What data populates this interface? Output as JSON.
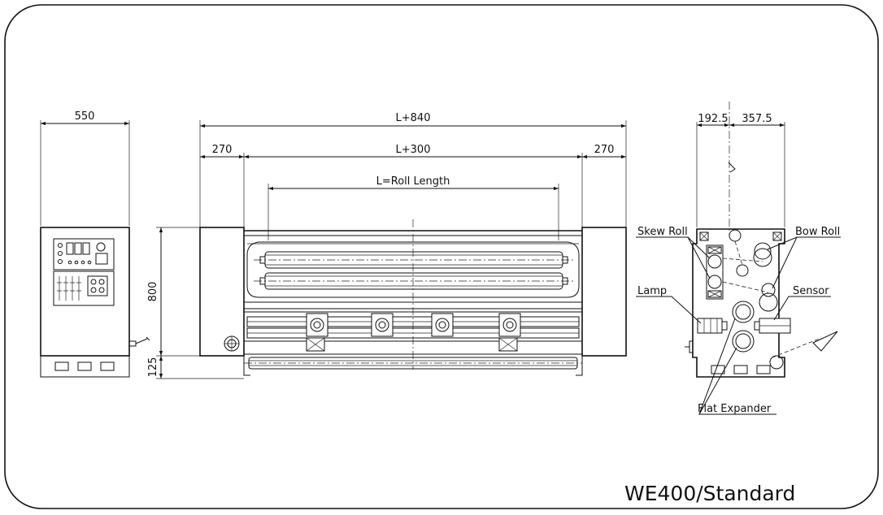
{
  "drawing": {
    "title": "WE400/Standard",
    "dimensions": {
      "cabinet_width": "550",
      "overall_length": "L+840",
      "inner_length": "L+300",
      "side_left": "270",
      "side_right": "270",
      "roll_length": "L=Roll Length",
      "height_main": "800",
      "height_lower": "125",
      "side_left_offset": "192.5",
      "side_right_offset": "357.5"
    },
    "labels": {
      "skew_roll": "Skew Roll",
      "bow_roll": "Bow Roll",
      "lamp": "Lamp",
      "sensor": "Sensor",
      "flat_expander": "Flat Expander"
    }
  }
}
